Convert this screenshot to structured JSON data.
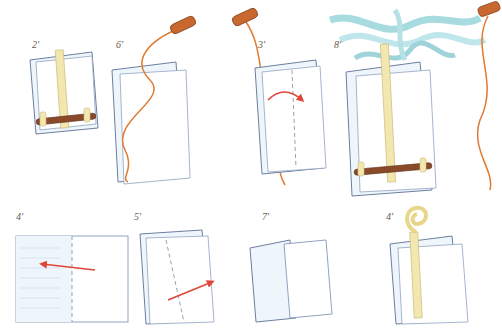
{
  "diagram": {
    "labels": [
      "2'",
      "6'",
      "3'",
      "8'",
      "4'",
      "5'",
      "7'",
      "4'"
    ]
  }
}
